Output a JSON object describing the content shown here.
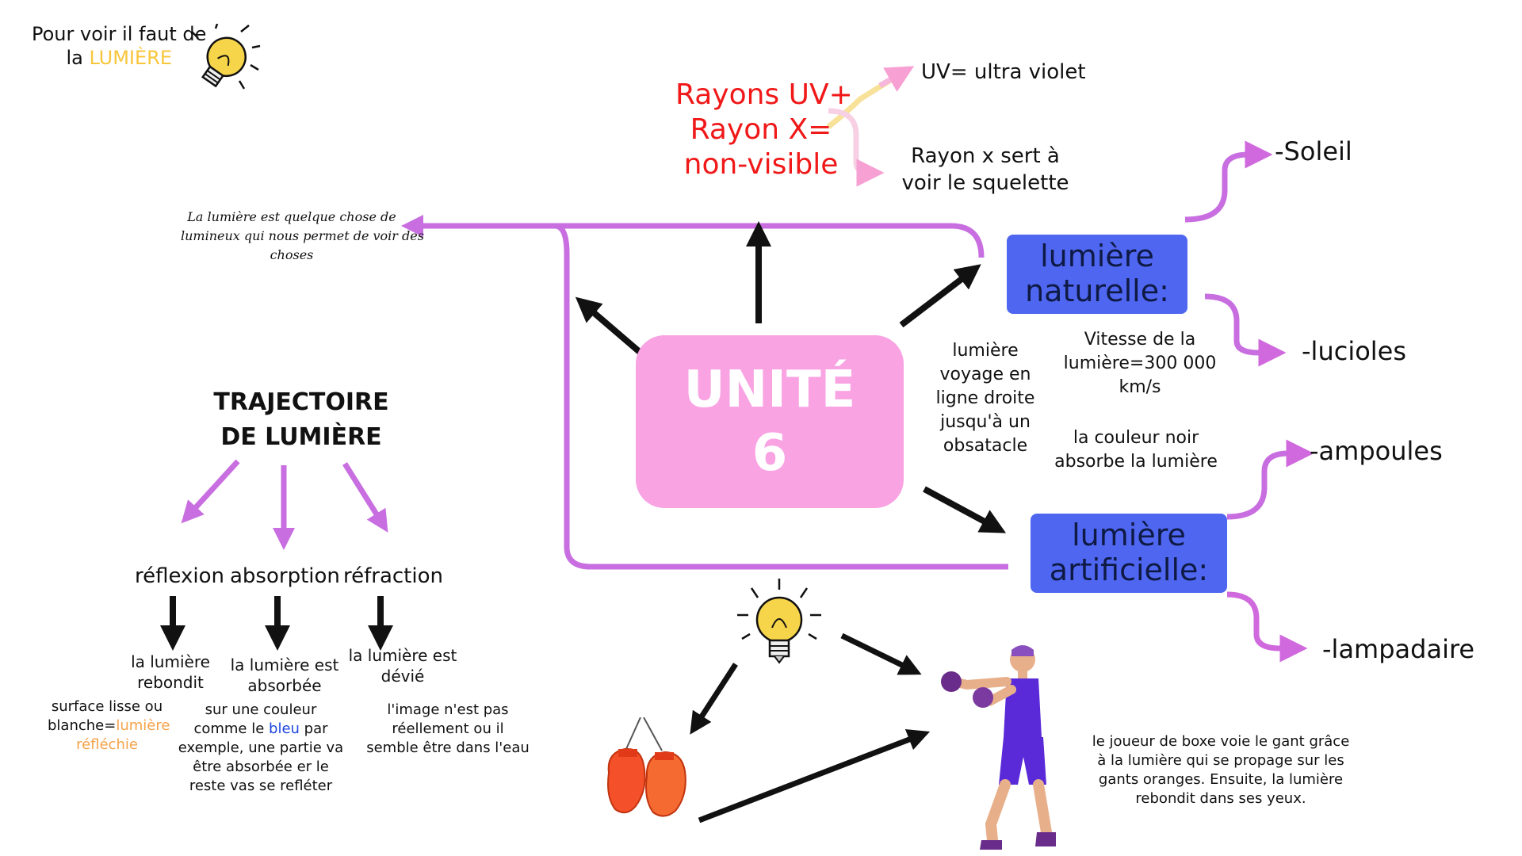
{
  "corner_note": {
    "line1": "Pour voir il faut de",
    "line2_prefix": "la ",
    "line2_highlight": "LUMIÈRE"
  },
  "center": {
    "line1": "UNITÉ",
    "line2": "6"
  },
  "definition": {
    "line1": "La lumière est quelque chose de",
    "line2": "lumineux qui nous permet de voir des",
    "line3": "choses"
  },
  "rays": {
    "red_line1": "Rayons UV+",
    "red_line2": "Rayon X=",
    "red_line3": "non-visible",
    "uv": "UV= ultra violet",
    "xray_line1": "Rayon x sert à",
    "xray_line2": "voir le squelette"
  },
  "natural": {
    "line1": "lumière",
    "line2": "naturelle:",
    "examples": [
      "-Soleil",
      "-lucioles"
    ]
  },
  "artificial": {
    "line1": "lumière",
    "line2": "artificielle:",
    "examples": [
      "-ampoules",
      "-lampadaire"
    ]
  },
  "facts": {
    "straight": [
      "lumière",
      "voyage en",
      "ligne droite",
      "jusqu'à un",
      "obsatacle"
    ],
    "speed": [
      "Vitesse de la",
      "lumière=300 000",
      "km/s"
    ],
    "black": [
      "la couleur noir",
      "absorbe la lumière"
    ]
  },
  "trajectory": {
    "title_line1": "TRAJECTOIRE",
    "title_line2": "DE LUMIÈRE",
    "types": [
      {
        "label": "réflexion",
        "result": [
          "la lumière",
          "rebondit"
        ]
      },
      {
        "label": "absorption",
        "result": [
          "la lumière est",
          "absorbée"
        ]
      },
      {
        "label": "réfraction",
        "result": [
          "la lumière est",
          "dévié"
        ]
      }
    ],
    "reflexion_note": {
      "line1": "surface lisse ou",
      "line2_prefix": "blanche=",
      "line2_highlight": "lumière",
      "line3": "réfléchie"
    },
    "absorption_note": {
      "line1": "sur une couleur",
      "line2_prefix": "comme le ",
      "line2_highlight": "bleu",
      "line2_suffix": " par",
      "line3": "exemple, une partie va",
      "line4": "être absorbée er le",
      "line5": "reste vas se refléter"
    },
    "refraction_note": [
      "l'image n'est pas",
      "réellement ou il",
      "semble être dans l'eau"
    ]
  },
  "boxer_note": [
    "le joueur de boxe voie le gant grâce",
    "à la lumière qui se propage sur les",
    "gants oranges. Ensuite, la lumière",
    "rebondit dans ses yeux."
  ],
  "colors": {
    "center_pink": "#f9a3e3",
    "box_blue": "#4f66f0",
    "connector_purple": "#c86ee0",
    "ray_pink": "#f7b6dc",
    "ray_yellow": "#f8e29a",
    "red_text": "#f01818",
    "highlight_yellow": "#f8c63a",
    "highlight_orange": "#f6a24a",
    "highlight_blue": "#1e46e0"
  },
  "icons": [
    "lightbulb-icon",
    "lightbulb-icon",
    "boxing-gloves-icon",
    "boxer-figure-icon"
  ]
}
